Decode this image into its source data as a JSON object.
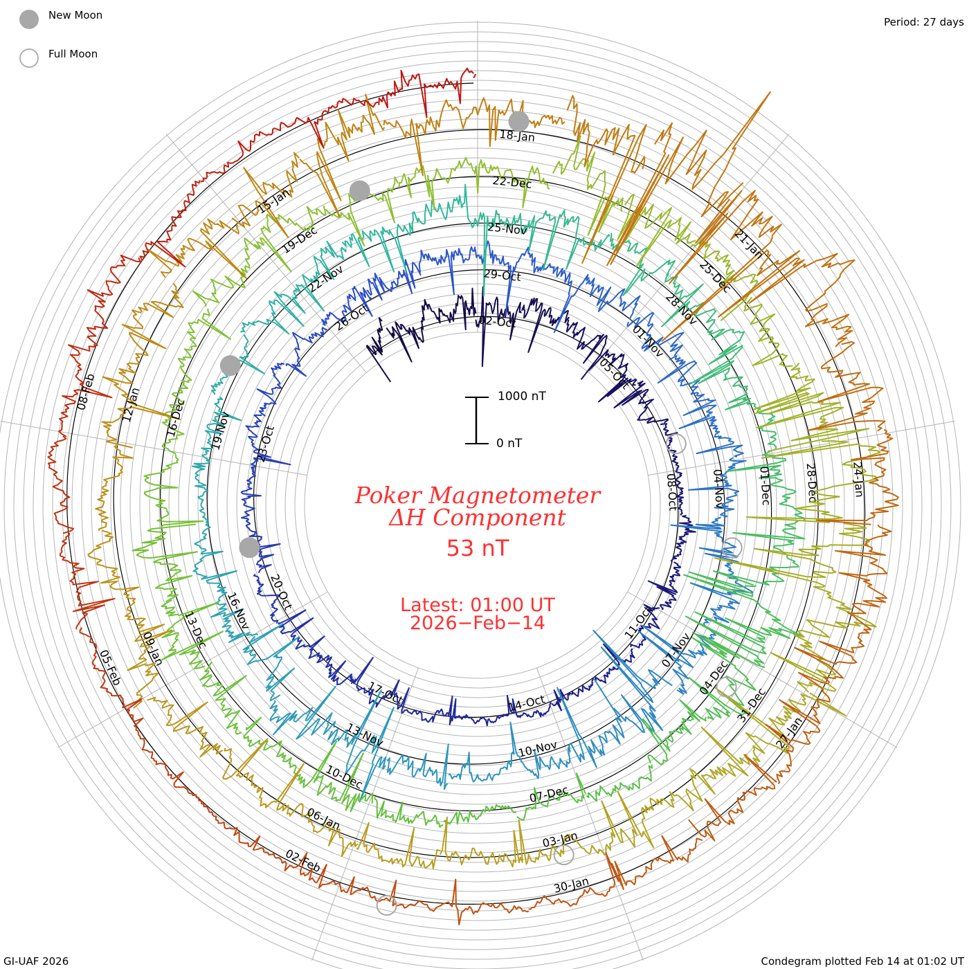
{
  "legend": {
    "new_moon": "New Moon",
    "full_moon": "Full Moon"
  },
  "period_text": "Period: 27 days",
  "footer_left": "GI-UAF 2026",
  "footer_right": "Condegram plotted Feb 14 at 01:02 UT",
  "center": {
    "title_line1": "Poker Magnetometer",
    "title_line2": "ΔH Component",
    "current_value": "53 nT",
    "latest_line1": "Latest: 01:00 UT",
    "latest_line2": "2026−Feb−14"
  },
  "scale_bar": {
    "top_label": "1000 nT",
    "bottom_label": "0 nT",
    "top_value": 1000,
    "bottom_value": 0
  },
  "chart_data": {
    "type": "line",
    "subtype": "spiral-condegram",
    "title": "Poker Magnetometer ΔH Component",
    "period_days": 27,
    "units": "nT",
    "start_date": "2025-10-01",
    "end_time": "2026-02-14 01:00 UT",
    "latest_value_nT": 53,
    "date_labels": [
      "02-Oct",
      "05-Oct",
      "08-Oct",
      "11-Oct",
      "14-Oct",
      "17-Oct",
      "20-Oct",
      "23-Oct",
      "26-Oct",
      "29-Oct",
      "01-Nov",
      "04-Nov",
      "07-Nov",
      "10-Nov",
      "13-Nov",
      "16-Nov",
      "19-Nov",
      "22-Nov",
      "25-Nov",
      "28-Nov",
      "01-Dec",
      "04-Dec",
      "07-Dec",
      "10-Dec",
      "13-Dec",
      "16-Dec",
      "19-Dec",
      "22-Dec",
      "25-Dec",
      "28-Dec",
      "31-Dec",
      "03-Jan",
      "06-Jan",
      "09-Jan",
      "12-Jan",
      "15-Jan",
      "18-Jan",
      "21-Jan",
      "24-Jan",
      "27-Jan",
      "30-Jan",
      "02-Feb",
      "05-Feb",
      "08-Feb"
    ],
    "new_moons": [
      "21-Oct",
      "20-Nov",
      "20-Dec",
      "18-Jan"
    ],
    "full_moons": [
      "07-Oct",
      "05-Nov",
      "04-Dec",
      "03-Jan",
      "01-Feb"
    ],
    "daily_activity_nT": [
      900,
      1100,
      1000,
      800,
      600,
      700,
      400,
      300,
      500,
      600,
      500,
      400,
      350,
      300,
      300,
      400,
      500,
      700,
      600,
      500,
      400,
      500,
      600,
      600,
      500,
      800,
      900,
      1000,
      1000,
      1100,
      1000,
      1200,
      900,
      800,
      700,
      900,
      1100,
      1200,
      1400,
      1300,
      800,
      600,
      900,
      1500,
      1300,
      900,
      700,
      600,
      500,
      500,
      600,
      700,
      800,
      900,
      1200,
      1300,
      1200,
      1000,
      900,
      800,
      700,
      1000,
      1200,
      1300,
      1400,
      900,
      700,
      600,
      500,
      700,
      900,
      800,
      900,
      1000,
      1100,
      900,
      800,
      700,
      900,
      1000,
      800,
      700,
      900,
      1300,
      1200,
      1000,
      900,
      1500,
      1900,
      2300,
      2000,
      1700,
      1300,
      1000,
      900,
      800,
      700,
      800,
      900,
      1100,
      1000,
      900,
      800,
      900,
      1000,
      1200,
      1300,
      1400,
      1200,
      1000,
      2400,
      2800,
      2400,
      1800,
      1400,
      1200,
      1000,
      900,
      800,
      700,
      600,
      500,
      500,
      400,
      400,
      300,
      400,
      500,
      600,
      700,
      800,
      900,
      700,
      500,
      600,
      700,
      500
    ],
    "series_colors": [
      "#140a40",
      "#1c1c8c",
      "#2b4fc8",
      "#2e8fc0",
      "#30b8a0",
      "#5cc040",
      "#90c030",
      "#b8a020",
      "#c08010",
      "#c05010",
      "#c01010"
    ],
    "grid_color": "#b4b4b4",
    "moon_color": "#a8a8a8"
  }
}
